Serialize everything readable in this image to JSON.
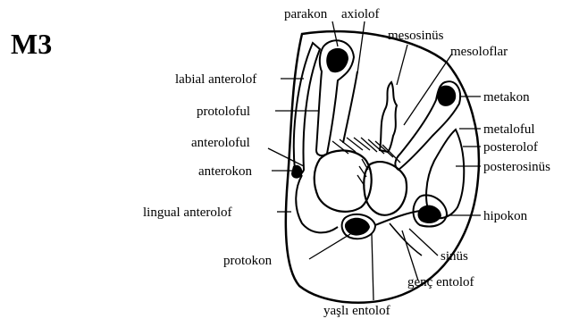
{
  "figure": {
    "heading": "M3",
    "labels": {
      "parakon": "parakon",
      "axiolof": "axiolof",
      "mesosinus": "mesosinüs",
      "mesoloflar": "mesoloflar",
      "labial_anterolof": "labial anterolof",
      "protolofu": "protoloful",
      "metakon": "metakon",
      "metalofu": "metaloful",
      "anterolofu": "anteroloful",
      "posterolof": "posterolof",
      "anterokon": "anterokon",
      "posterosinus": "posterosinüs",
      "lingual_anterolof": "lingual anterolof",
      "hipokon": "hipokon",
      "protokon": "protokon",
      "sinus": "sinüs",
      "genc_entolof": "genç entolof",
      "yasli_entolof": "yaşlı entolof"
    }
  }
}
